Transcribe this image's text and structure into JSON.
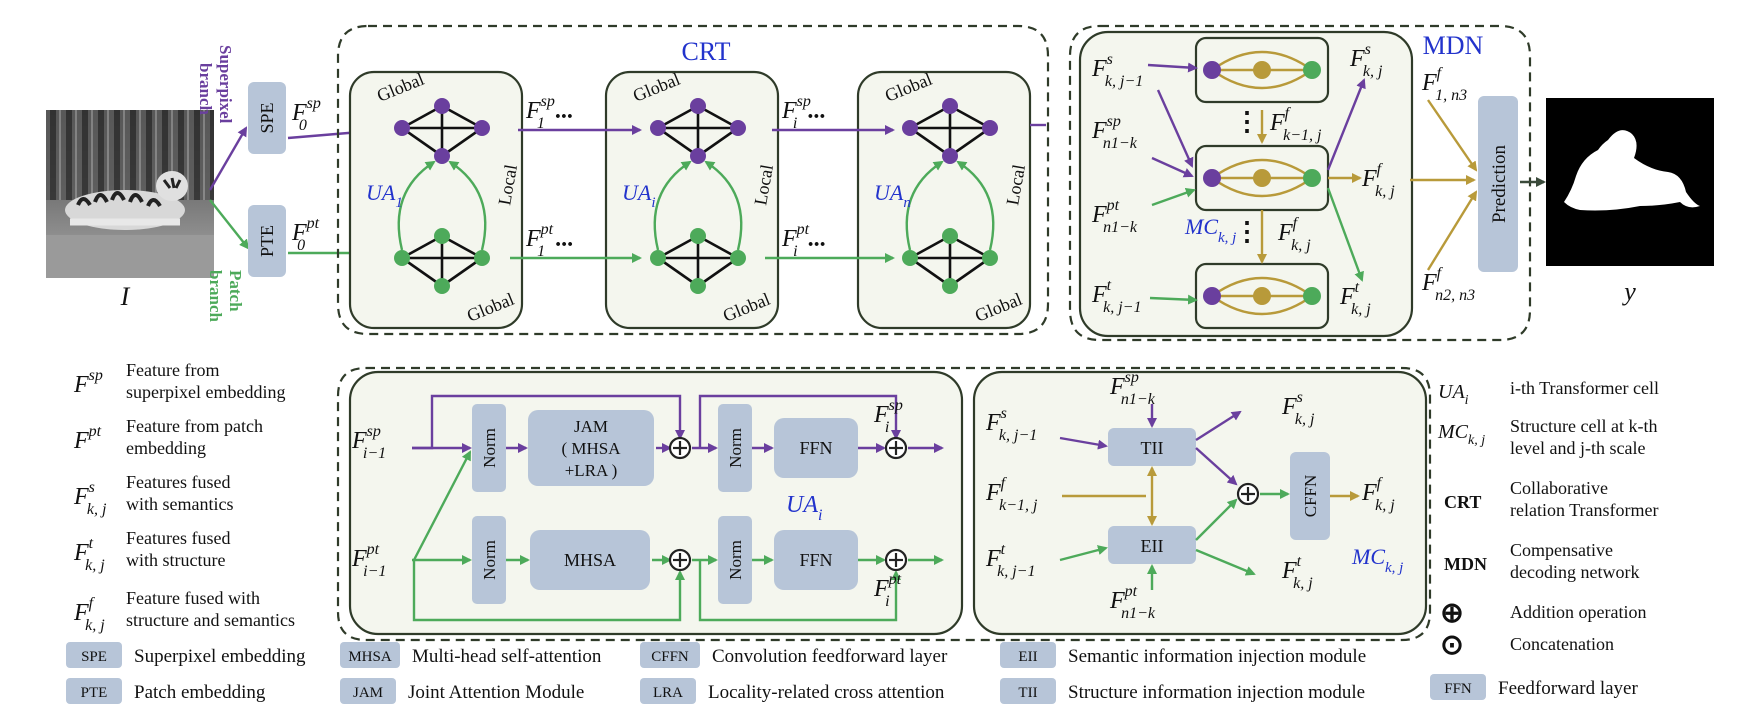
{
  "input": {
    "label": "I"
  },
  "output": {
    "label": "y"
  },
  "branches": {
    "superpixel": "Superpixel branch",
    "patch": "Patch branch"
  },
  "modules": {
    "spe": "SPE",
    "pte": "PTE",
    "crt": "CRT",
    "mdn": "MDN",
    "prediction": "Prediction"
  },
  "crt": {
    "global": "Global",
    "local": "Local",
    "f0sp": "F",
    "f0sp_sup": "sp",
    "f0sp_sub": "0",
    "f0pt": "F",
    "f0pt_sup": "pt",
    "f0pt_sub": "0",
    "f1sp_sub": "1",
    "fisp_sub": "i",
    "dots": "...",
    "ua1": "UA",
    "ua1_sub": "1",
    "uai": "UA",
    "uai_sub": "i",
    "uan": "UA",
    "uan_sub": "n"
  },
  "mdn": {
    "fs_in": "k, j−1",
    "fs_in_sup": "s",
    "fsp_in": "n1−k",
    "fsp_in_sup": "sp",
    "fpt_in": "n1−k",
    "fpt_in_sup": "pt",
    "ft_in": "k, j−1",
    "ft_in_sup": "t",
    "ff_mid": "k−1, j",
    "ff_mid_sup": "f",
    "ff_low": "k, j",
    "ff_low_sup": "f",
    "mc": "MC",
    "mc_sub": "k, j",
    "fs_out": "k, j",
    "fs_out_sup": "s",
    "ff_out": "k, j",
    "ff_out_sup": "f",
    "ft_out": "k, j",
    "ft_out_sup": "t",
    "f1n3": "1, n3",
    "f1n3_sup": "f",
    "f2n3": "n2, n3",
    "f2n3_sup": "f"
  },
  "ua_cell": {
    "in_sp_sup": "sp",
    "in_sp_sub": "i−1",
    "in_pt_sup": "pt",
    "in_pt_sub": "i−1",
    "out_sp_sup": "sp",
    "out_sp_sub": "i",
    "out_pt_sup": "pt",
    "out_pt_sub": "i",
    "norm": "Norm",
    "jam_line1": "JAM",
    "jam_line2": "( MHSA",
    "jam_line3": "+LRA )",
    "mhsa": "MHSA",
    "ffn": "FFN",
    "label": "UA",
    "label_sub": "i"
  },
  "mc_cell": {
    "in_s_sup": "s",
    "in_s_sub": "k, j−1",
    "in_f_sup": "f",
    "in_f_sub": "k−1, j",
    "in_t_sup": "t",
    "in_t_sub": "k, j−1",
    "top_sup": "sp",
    "top_sub": "n1−k",
    "bot_sup": "pt",
    "bot_sub": "n1−k",
    "out_s_sup": "s",
    "out_s_sub": "k, j",
    "out_f_sup": "f",
    "out_f_sub": "k, j",
    "out_t_sup": "t",
    "out_t_sub": "k, j",
    "tii": "TII",
    "eii": "EII",
    "cffn": "CFFN",
    "label": "MC",
    "label_sub": "k, j"
  },
  "left_legend": [
    {
      "sup": "sp",
      "sub": "",
      "line1": "Feature from",
      "line2": "superpixel embedding"
    },
    {
      "sup": "pt",
      "sub": "",
      "line1": "Feature from patch",
      "line2": "embedding"
    },
    {
      "sup": "s",
      "sub": "k, j",
      "line1": "Features fused",
      "line2": "with semantics"
    },
    {
      "sup": "t",
      "sub": "k, j",
      "line1": "Features fused",
      "line2": "with structure"
    },
    {
      "sup": "f",
      "sub": "k, j",
      "line1": "Feature fused with",
      "line2": "structure and semantics"
    }
  ],
  "right_legend": [
    {
      "sym": "UA",
      "sub": "i",
      "line1": "i-th Transformer cell",
      "line2": ""
    },
    {
      "sym": "MC",
      "sub": "k, j",
      "line1": "Structure cell at k-th",
      "line2": "level and j-th scale"
    },
    {
      "sym": "CRT",
      "sub": "",
      "line1": "Collaborative",
      "line2": "relation Transformer"
    },
    {
      "sym": "MDN",
      "sub": "",
      "line1": "Compensative",
      "line2": "decoding network"
    },
    {
      "sym": "⊕",
      "sub": "",
      "line1": "Addition operation",
      "line2": ""
    },
    {
      "sym": "⊙",
      "sub": "",
      "line1": "Concatenation",
      "line2": ""
    }
  ],
  "bottom_legend": [
    {
      "abbr": "SPE",
      "desc": "Superpixel embedding"
    },
    {
      "abbr": "MHSA",
      "desc": "Multi-head self-attention"
    },
    {
      "abbr": "CFFN",
      "desc": "Convolution feedforward layer"
    },
    {
      "abbr": "EII",
      "desc": "Semantic information injection module"
    },
    {
      "abbr": "PTE",
      "desc": "Patch embedding"
    },
    {
      "abbr": "JAM",
      "desc": "Joint Attention Module"
    },
    {
      "abbr": "LRA",
      "desc": "Locality-related cross attention"
    },
    {
      "abbr": "TII",
      "desc": "Structure information injection module"
    },
    {
      "abbr": "FFN",
      "desc": "Feedforward layer"
    }
  ],
  "colors": {
    "superpixel": "#6a3f9e",
    "patch": "#4daa5a",
    "fused": "#b89a3a",
    "module": "#b7c5d8",
    "accent": "#2233cc"
  }
}
